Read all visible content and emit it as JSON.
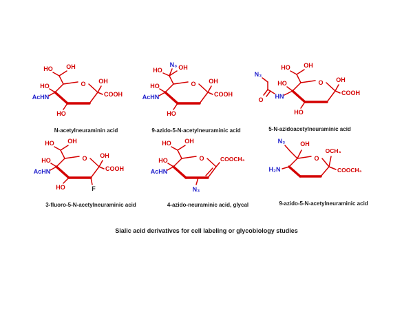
{
  "figure": {
    "caption": "Sialic acid derivatives for cell labeling or glycobiology studies"
  },
  "colors": {
    "bond_red": "#d40000",
    "heteroatom_red": "#d40000",
    "nitrogen_blue": "#2121cc",
    "plain_black": "#1a1a1a"
  },
  "molecules": [
    {
      "name": "N-acetylneuraminin acid",
      "labels": {
        "ho7": "HO",
        "oh8": "OH",
        "ho4": "HO",
        "amine": "AcHN",
        "ho3": "HO",
        "ring_o": "O",
        "oh2": "OH",
        "acid": "COOH"
      }
    },
    {
      "name": "9-azido-5-N-acetylneuraminic acid",
      "labels": {
        "n9": "N₃",
        "ho7": "HO",
        "oh8": "OH",
        "ho4": "HO",
        "amine": "AcHN",
        "ho3": "HO",
        "ring_o": "O",
        "oh2": "OH",
        "acid": "COOH"
      }
    },
    {
      "name": "5-N-azidoacetylneuraminic acid",
      "labels": {
        "n_azido": "N₃",
        "carbonyl_o": "O",
        "hn": "HN",
        "ho7": "HO",
        "oh8": "OH",
        "ho4": "HO",
        "ring_o": "O",
        "oh2": "OH",
        "acid": "COOH",
        "ho3": "HO"
      }
    },
    {
      "name": "3-fluoro-5-N-acetylneuraminic acid",
      "labels": {
        "ho7": "HO",
        "oh8": "OH",
        "ho4": "HO",
        "amine": "AcHN",
        "ho3": "HO",
        "ring_o": "O",
        "oh2": "OH",
        "acid": "COOH",
        "fluoro": "F"
      }
    },
    {
      "name": "4-azido-neuraminic acid, glycal",
      "labels": {
        "ho7": "HO",
        "oh8": "OH",
        "ho4": "HO",
        "amine": "AcHN",
        "n4": "N₃",
        "ring_o": "O",
        "ester": "COOCH₃"
      }
    },
    {
      "name": "9-azido-5-N-acetylneuraminic acid",
      "labels": {
        "n9": "N₃",
        "oh7": "OH",
        "och3": "OCH₃",
        "h2n": "H₂N",
        "ring_o": "O",
        "ester": "COOCH₃"
      }
    }
  ]
}
